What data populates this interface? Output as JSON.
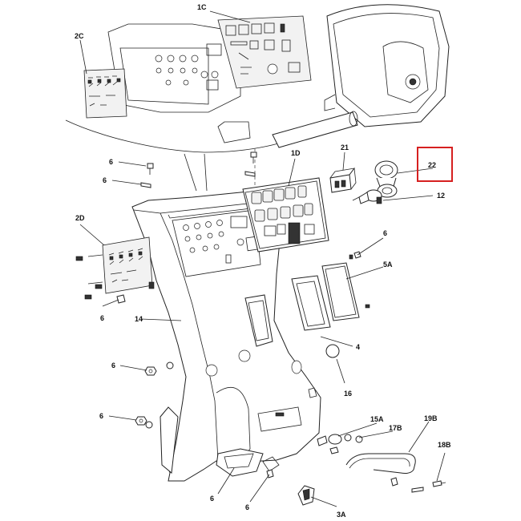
{
  "diagram": {
    "callouts": {
      "c1C": "1C",
      "c2C": "2C",
      "c1D": "1D",
      "c21": "21",
      "c22": "22",
      "c12": "12",
      "c6_a": "6",
      "c6_b": "6",
      "c2D": "2D",
      "c6_c": "6",
      "c5A": "5A",
      "c6_d": "6",
      "c14": "14",
      "c4": "4",
      "c6_e": "6",
      "c16": "16",
      "c6_f": "6",
      "c15A": "15A",
      "c17B": "17B",
      "c19B": "19B",
      "c18B": "18B",
      "c6_g": "6",
      "c6_h": "6",
      "c3A": "3A"
    },
    "highlight": {
      "target": "22",
      "color": "#d62020"
    }
  }
}
